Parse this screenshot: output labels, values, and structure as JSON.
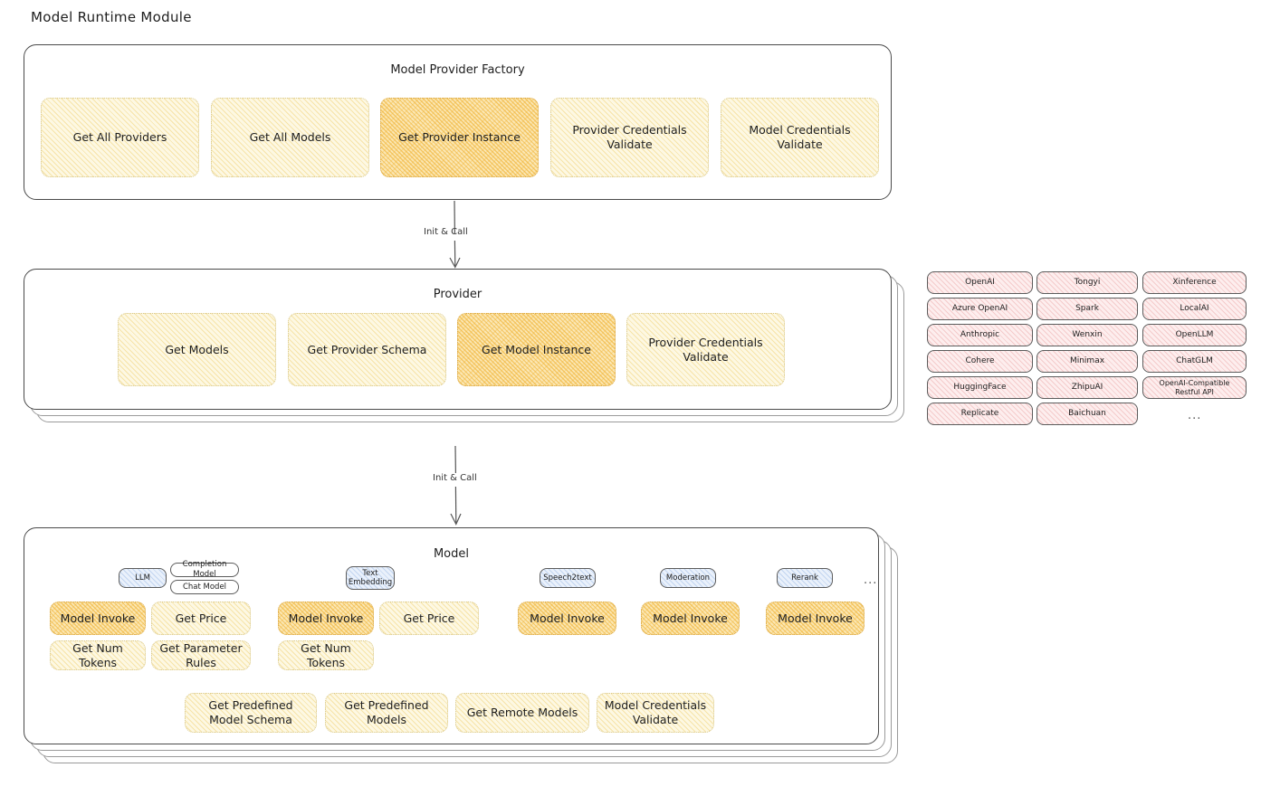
{
  "page": {
    "title": "Model Runtime Module"
  },
  "colors": {
    "highlight_orange": "#f5c563",
    "soft_yellow": "#fdf8e3",
    "provider_pink": "#fdeeee",
    "model_blue": "#eaf1fb",
    "stroke": "#4a4a4a"
  },
  "factory": {
    "title": "Model Provider Factory",
    "methods": [
      {
        "label": "Get All Providers",
        "highlighted": false
      },
      {
        "label": "Get All Models",
        "highlighted": false
      },
      {
        "label": "Get Provider Instance",
        "highlighted": true
      },
      {
        "label": "Provider Credentials Validate",
        "highlighted": false
      },
      {
        "label": "Model Credentials Validate",
        "highlighted": false
      }
    ]
  },
  "arrows": [
    {
      "label": "Init & Call",
      "from": "factory",
      "to": "provider"
    },
    {
      "label": "Init & Call",
      "from": "provider",
      "to": "model"
    }
  ],
  "provider": {
    "title": "Provider",
    "methods": [
      {
        "label": "Get Models",
        "highlighted": false
      },
      {
        "label": "Get Provider Schema",
        "highlighted": false
      },
      {
        "label": "Get Model Instance",
        "highlighted": true
      },
      {
        "label": "Provider Credentials Validate",
        "highlighted": false
      }
    ]
  },
  "provider_list": {
    "columns": [
      [
        "OpenAI",
        "Azure OpenAI",
        "Anthropic",
        "Cohere",
        "HuggingFace",
        "Replicate"
      ],
      [
        "Tongyi",
        "Spark",
        "Wenxin",
        "Minimax",
        "ZhipuAI",
        "Baichuan"
      ],
      [
        "Xinference",
        "LocalAI",
        "OpenLLM",
        "ChatGLM",
        "OpenAI-Compatible Restful API"
      ]
    ],
    "more": "..."
  },
  "model": {
    "title": "Model",
    "more": "...",
    "types": [
      {
        "name": "LLM",
        "subtypes": [
          "Completion Model",
          "Chat Model"
        ],
        "methods": [
          {
            "label": "Model Invoke",
            "highlighted": true
          },
          {
            "label": "Get Price",
            "highlighted": false
          },
          {
            "label": "Get Num Tokens",
            "highlighted": false
          },
          {
            "label": "Get Parameter Rules",
            "highlighted": false
          }
        ]
      },
      {
        "name": "Text Embedding",
        "subtypes": [],
        "methods": [
          {
            "label": "Model Invoke",
            "highlighted": true
          },
          {
            "label": "Get Price",
            "highlighted": false
          },
          {
            "label": "Get Num Tokens",
            "highlighted": false
          }
        ]
      },
      {
        "name": "Speech2text",
        "subtypes": [],
        "methods": [
          {
            "label": "Model Invoke",
            "highlighted": true
          }
        ]
      },
      {
        "name": "Moderation",
        "subtypes": [],
        "methods": [
          {
            "label": "Model Invoke",
            "highlighted": true
          }
        ]
      },
      {
        "name": "Rerank",
        "subtypes": [],
        "methods": [
          {
            "label": "Model Invoke",
            "highlighted": true
          }
        ]
      }
    ],
    "shared_methods": [
      "Get Predefined Model Schema",
      "Get Predefined Models",
      "Get Remote Models",
      "Model Credentials Validate"
    ]
  }
}
